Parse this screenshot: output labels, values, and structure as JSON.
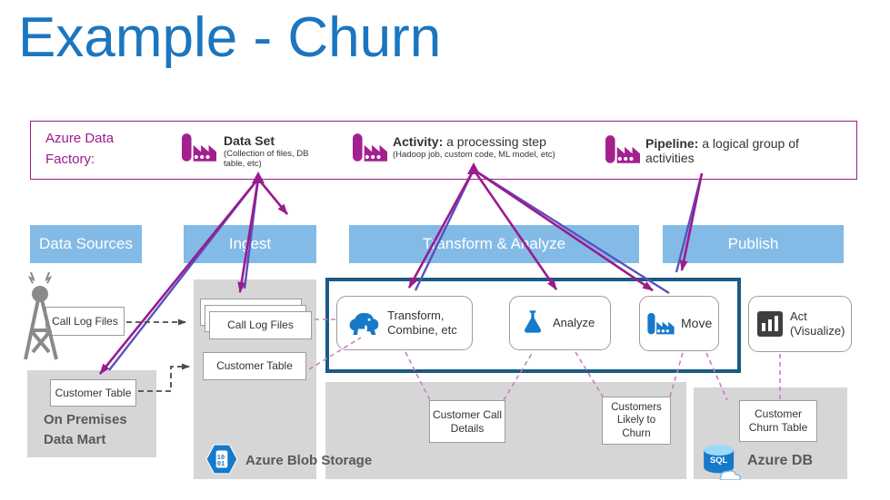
{
  "slide": {
    "title": "Example - Churn"
  },
  "legend": {
    "label": "Azure Data Factory:",
    "dataset": {
      "title": "Data Set",
      "subtitle": "(Collection of files, DB table, etc)"
    },
    "activity": {
      "title_bold": "Activity:",
      "title_rest": " a processing step",
      "subtitle": "(Hadoop job, custom code, ML model, etc)"
    },
    "pipeline": {
      "title_bold": "Pipeline:",
      "title_rest": " a logical group of activities"
    }
  },
  "headers": {
    "data_sources": "Data Sources",
    "ingest": "Ingest",
    "transform_analyze": "Transform & Analyze",
    "publish": "Publish"
  },
  "data_sources": {
    "call_log_files": "Call Log Files",
    "customer_table": "Customer Table",
    "on_premises": "On Premises Data Mart"
  },
  "ingest": {
    "call_log_files": "Call Log Files",
    "customer_table": "Customer Table",
    "storage_label": "Azure Blob Storage"
  },
  "pipeline_boxes": {
    "transform": "Transform, Combine, etc",
    "analyze": "Analyze",
    "move": "Move",
    "act": "Act (Visualize)"
  },
  "outputs": {
    "call_details": "Customer Call Details",
    "likely_churn": "Customers Likely to Churn",
    "churn_table": "Customer Churn Table",
    "db_label": "Azure DB"
  },
  "icons": {
    "blob_binary_line1": "10",
    "blob_binary_line2": "01",
    "sql_label": "SQL"
  },
  "colors": {
    "title_blue": "#1b76c0",
    "header_blue": "#83bbe6",
    "magenta": "#9a1b8e",
    "violet_line": "#5a50c0",
    "pipeline_border": "#1a5b84",
    "panel_gray": "#d6d6d6",
    "icon_blue": "#1779c9",
    "text_gray": "#595959",
    "dashed_pink": "#c77ec4"
  }
}
